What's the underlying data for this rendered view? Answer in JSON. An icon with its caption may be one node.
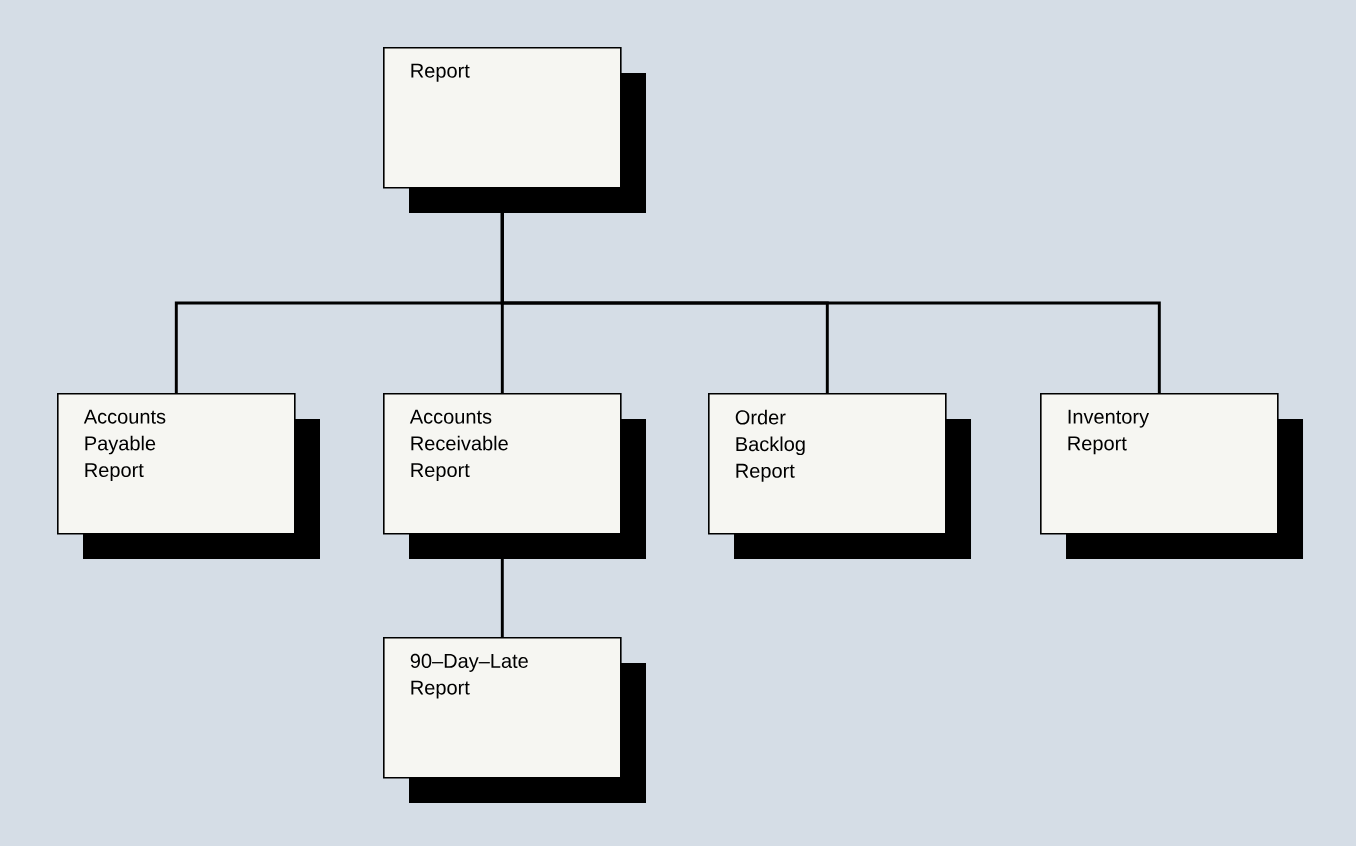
{
  "diagram": {
    "nodes": [
      {
        "text": [
          "Report"
        ]
      },
      {
        "text": [
          "Accounts Payable Report"
        ]
      },
      {
        "text": [
          "Accounts Receivable Report"
        ]
      },
      {
        "text": [
          "Order Backlog Report"
        ]
      },
      {
        "text": [
          "Inventory Report"
        ]
      },
      {
        "text": [
          "90–Day–Late Report"
        ]
      }
    ],
    "edges": [
      {
        "from": 0,
        "to": 1,
        "arrow": "none"
      },
      {
        "from": 0,
        "to": 2,
        "arrow": "none"
      },
      {
        "from": 0,
        "to": 3,
        "arrow": "none"
      },
      {
        "from": 0,
        "to": 4,
        "arrow": "none"
      },
      {
        "from": 2,
        "to": 5,
        "arrow": "none"
      }
    ]
  }
}
